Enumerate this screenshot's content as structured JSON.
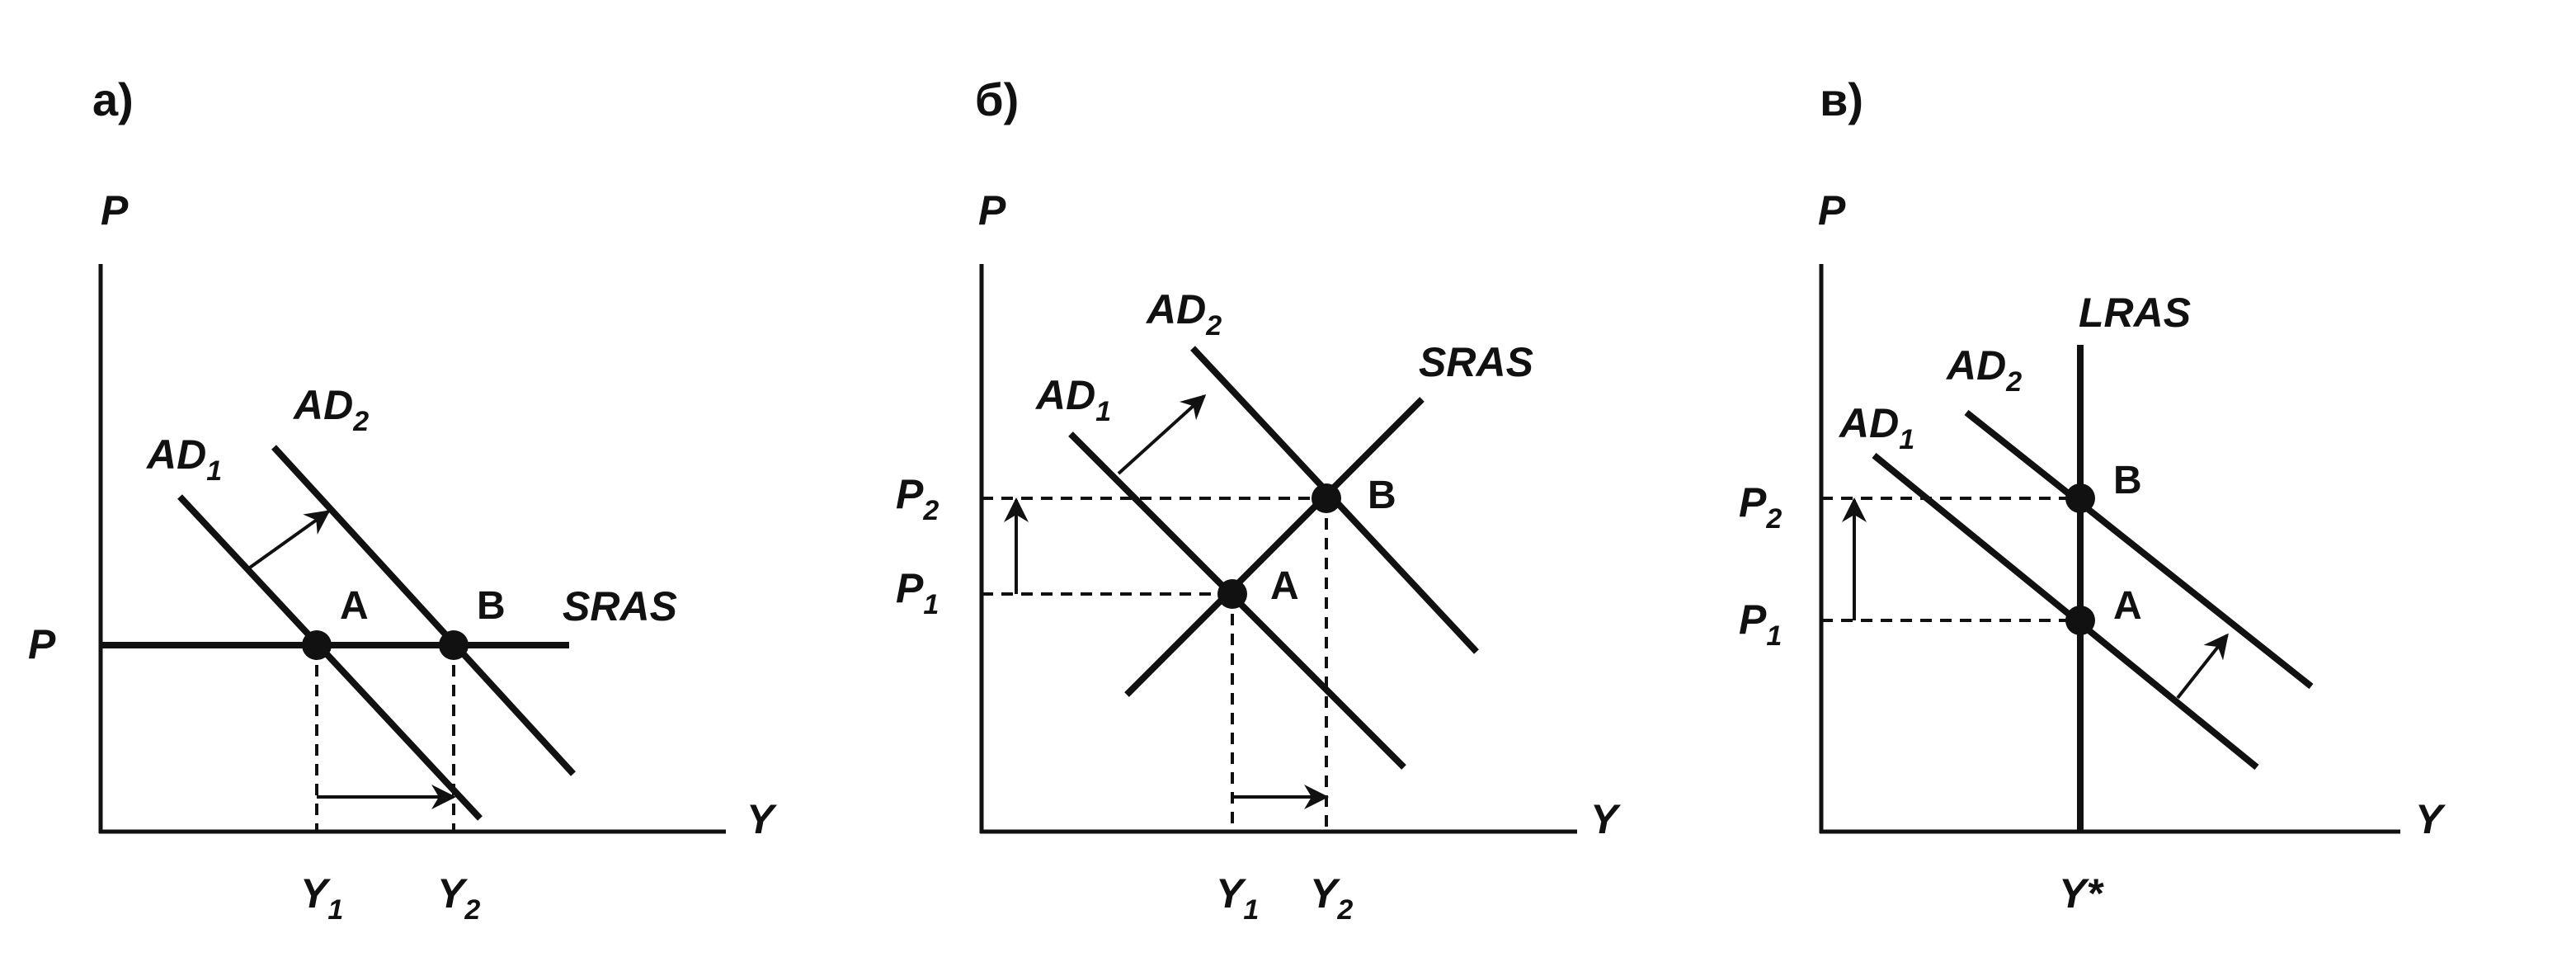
{
  "panel_a": {
    "title": "а)",
    "y_axis": "P",
    "x_axis": "Y",
    "price_level": "P",
    "ad1": {
      "base": "AD",
      "sub": "1"
    },
    "ad2": {
      "base": "AD",
      "sub": "2"
    },
    "supply": "SRAS",
    "point_a": "A",
    "point_b": "B",
    "y1": {
      "base": "Y",
      "sub": "1"
    },
    "y2": {
      "base": "Y",
      "sub": "2"
    }
  },
  "panel_b": {
    "title": "б)",
    "y_axis": "P",
    "x_axis": "Y",
    "ad1": {
      "base": "AD",
      "sub": "1"
    },
    "ad2": {
      "base": "AD",
      "sub": "2"
    },
    "supply": "SRAS",
    "point_a": "A",
    "point_b": "B",
    "p1": {
      "base": "P",
      "sub": "1"
    },
    "p2": {
      "base": "P",
      "sub": "2"
    },
    "y1": {
      "base": "Y",
      "sub": "1"
    },
    "y2": {
      "base": "Y",
      "sub": "2"
    }
  },
  "panel_c": {
    "title": "в)",
    "y_axis": "P",
    "x_axis": "Y",
    "ad1": {
      "base": "AD",
      "sub": "1"
    },
    "ad2": {
      "base": "AD",
      "sub": "2"
    },
    "supply": "LRAS",
    "point_a": "A",
    "point_b": "B",
    "p1": {
      "base": "P",
      "sub": "1"
    },
    "p2": {
      "base": "P",
      "sub": "2"
    },
    "y_star": "Y*"
  }
}
